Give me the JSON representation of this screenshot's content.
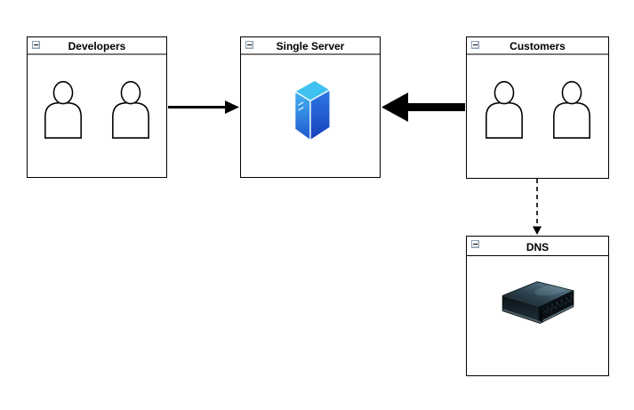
{
  "canvas": {
    "background_color": "#ffffff",
    "collapse_glyph": "minus"
  },
  "nodes": {
    "developers": {
      "title": "Developers",
      "icon": "two-people-outline",
      "collapse_state": "expanded"
    },
    "single_server": {
      "title": "Single Server",
      "icon": "blue-tower-server",
      "collapse_state": "expanded"
    },
    "customers": {
      "title": "Customers",
      "icon": "two-people-outline",
      "collapse_state": "expanded"
    },
    "dns": {
      "title": "DNS",
      "icon": "dark-rack-server",
      "collapse_state": "expanded"
    }
  },
  "edges": [
    {
      "from": "Developers",
      "to": "Single Server",
      "line": "solid-thin",
      "arrowhead": "filled-triangle-right"
    },
    {
      "from": "Customers",
      "to": "Single Server",
      "line": "solid-thick",
      "arrowhead": "filled-triangle-left"
    },
    {
      "from": "Customers",
      "to": "DNS",
      "line": "dashed",
      "arrowhead": "filled-triangle-down"
    }
  ],
  "colors": {
    "box_border": "#000000",
    "title_separator": "#7b7b7b",
    "dns_title_separator": "#000000",
    "edge": "#000000",
    "tower_top": "#3fc1f0",
    "tower_left_top": "#46b5f2",
    "tower_left_bottom": "#1e55cf",
    "tower_right_top": "#2e7ae6",
    "tower_right_bottom": "#1741bb",
    "rack_dark": "#0c1419",
    "rack_light": "#547082"
  }
}
